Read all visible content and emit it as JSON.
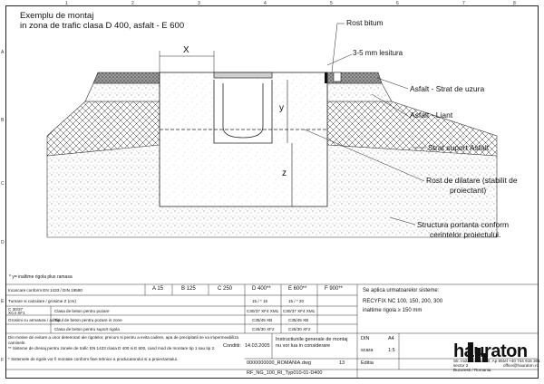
{
  "title": {
    "line1": "Exemplu de montaj",
    "line2": "in zona de trafic clasa D 400, asfalt - E 600"
  },
  "drawing": {
    "dim_x": "X",
    "dim_y": "y",
    "dim_z": "z",
    "label_rost_bitum": "Rost bitum",
    "label_lesitura": "3-5 mm lesitura",
    "label_asfalt_uzura": "Asfalt - Strat de uzura",
    "label_asfalt_liant": "Asfalt - Liant",
    "label_strat_suport": "Strat suport Asfalt",
    "label_rost_dilatare_1": "Rost de dilatare (stabilit de",
    "label_rost_dilatare_2": "proiectant)",
    "label_structura_1": "Structura portanta conform",
    "label_structura_2": "cerintelor proiectului.",
    "footnote": "* y= inaltime rigola plus ramasa"
  },
  "rulers": {
    "top": [
      "1",
      "2",
      "3",
      "4",
      "5",
      "6",
      "7",
      "8"
    ],
    "side": [
      "A",
      "B",
      "C",
      "D",
      "E",
      "F"
    ]
  },
  "table": {
    "row1_label": "Incarcare conform EN 1433 / DIN 19580",
    "classes": [
      "A 15",
      "B 125",
      "C 250",
      "D 400**",
      "E 600**",
      "F 900**"
    ],
    "row2_label": "Turnare si calculare / grosime Z (cm)",
    "row2_d": "15 / * 15",
    "row2_e": "15 / * 20",
    "row3_label_a": "C 30/37",
    "row3_label_b": "XC4 XF1",
    "row3_text": "Clasa de beton pentru pozare",
    "row3_d": "C30/37 XF4 XM1",
    "row3_e": "C30/37 XF4 XM1",
    "row4_label": "Grosimi cu armatura / aditivi",
    "row4_text": "Tipul de beton pentru pozare in zone",
    "row4_d": "C35/45 XB",
    "row4_e": "C35/45 XB",
    "row5_text": "Clasa de beton pentru suport rigola",
    "row5_d": "C25/30 XF2",
    "row5_e": "C25/30 XF2",
    "note1": "Din motive de evitare a unor deteriorari ale rigolelor, precum si pentru a evita cadere, apa de precipitatii se va impermeabiliza caminele.",
    "note2": "** Sisteme de drenaj pentru zonele de trafic EN 1433 clasa D 400 si E 600, cand mod de montare tip 1 sau tip 2.",
    "note3": "* Sistemele de rigole vor fi montate conform fisei tehnice a producatorului si a proiectantului.",
    "conditii_label": "Conditii:",
    "conditii_date": "14.03.2005",
    "instr_line1": "Instructiunile generale de montaj",
    "instr_line2": "nu vor lua in considerare",
    "doc_number": "0000000000_ROMANIA.dwg",
    "doc_page": "13",
    "ref_line": "RF_NG_100_RI_Typ010-01-D400",
    "product_title": "Se aplica urmatoarelor sisteme:",
    "product_name": "RECYFIX NC 100, 150, 200, 300",
    "product_height": "inaltime rigola ≥ 150 mm",
    "din_label": "DIN",
    "din_value": "A4",
    "scale_label": "scara",
    "scale_value": "1:5",
    "lang_label": "Editia",
    "company_addr1": "Str. Industriei Nr. 10, Ap 85",
    "company_addr2": "sector 2",
    "company_addr3": "Bucuresti / Romania",
    "company_phone": "tel +40 744 915 301",
    "company_email": "office@hauraton.ro",
    "brand": "hauraton"
  }
}
